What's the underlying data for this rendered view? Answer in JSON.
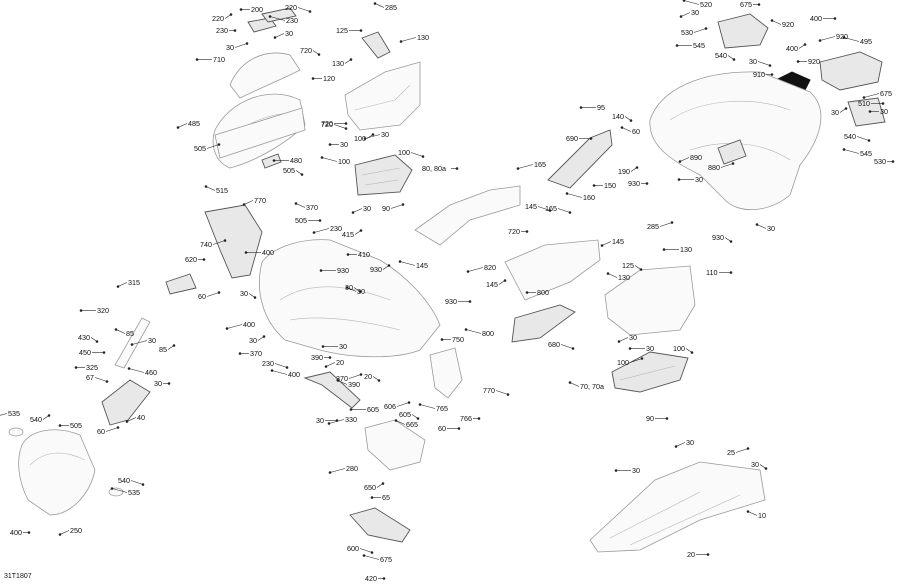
{
  "drawing_code": "31T1807",
  "callouts": [
    "220",
    "200",
    "220",
    "230",
    "230",
    "30",
    "30",
    "710",
    "720",
    "285",
    "125",
    "130",
    "130",
    "120",
    "720",
    "520",
    "675",
    "30",
    "530",
    "545",
    "540",
    "920",
    "400",
    "920",
    "400",
    "920",
    "30",
    "495",
    "910",
    "485",
    "505",
    "480",
    "505",
    "515",
    "720",
    "30",
    "100",
    "30",
    "100",
    "100",
    "80, 80a",
    "30",
    "90",
    "95",
    "140",
    "60",
    "690",
    "165",
    "190",
    "150",
    "165",
    "160",
    "930",
    "890",
    "880",
    "30",
    "930",
    "30",
    "510",
    "675",
    "30",
    "30",
    "540",
    "545",
    "530",
    "770",
    "740",
    "400",
    "30",
    "370",
    "505",
    "230",
    "415",
    "410",
    "145",
    "145",
    "720",
    "145",
    "285",
    "130",
    "125",
    "130",
    "110",
    "820",
    "145",
    "800",
    "680",
    "800",
    "620",
    "315",
    "60",
    "320",
    "430",
    "85",
    "450",
    "30",
    "85",
    "325",
    "67",
    "460",
    "30",
    "40",
    "60",
    "930",
    "30",
    "30",
    "930",
    "400",
    "30",
    "370",
    "230",
    "400",
    "390",
    "20",
    "370",
    "30",
    "20",
    "390",
    "30",
    "330",
    "930",
    "750",
    "770",
    "765",
    "766",
    "30",
    "100",
    "30",
    "100",
    "70, 70a",
    "90",
    "535",
    "540",
    "505",
    "540",
    "535",
    "400",
    "250",
    "606",
    "605",
    "605",
    "665",
    "60",
    "280",
    "650",
    "65",
    "600",
    "675",
    "420",
    "30",
    "25",
    "30",
    "30",
    "10",
    "20"
  ]
}
